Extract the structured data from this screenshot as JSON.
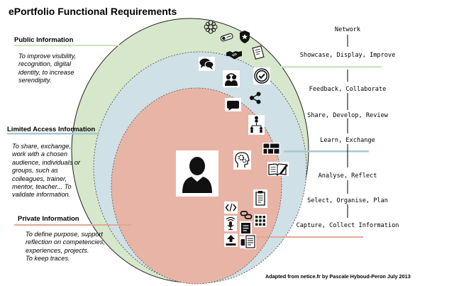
{
  "title": "ePortfolio Functional Requirements",
  "sections": {
    "public": {
      "label": "Public Information",
      "lines": [
        "To improve visibility,",
        "recognition, digital",
        "identity, to increase",
        "serendipity."
      ],
      "color": "#d6e7cc"
    },
    "limited": {
      "label": "Limited Access Information",
      "lines": [
        "To share, exchange,",
        "work with a chosen",
        "audience, individuals or",
        "groups, such as",
        "colleagues, trainer,",
        "mentor, teacher... To",
        "validate information."
      ],
      "color": "#cfe0e6"
    },
    "private": {
      "label": "Private Information",
      "lines": [
        "To define purpose, support",
        "reflection on competencies,",
        "experiences, projects.",
        "To keep traces."
      ],
      "color": "#e8b4a6"
    }
  },
  "stages": [
    "Network",
    "Showcase, Display, Improve",
    "Feedback, Collaborate",
    "Share, Develop, Review",
    "Learn, Exchange",
    "Analyse, Reflect",
    "Select, Organise, Plan",
    "Capture, Collect Information"
  ],
  "credit": "Adapted from netice.fr by Pascale Hyboud-Peron July 2013",
  "icons": [
    "flower-emblem-icon",
    "certificate-scroll-icon",
    "police-badge-icon",
    "handshake-icon",
    "document-pen-icon",
    "speech-bubbles-icon",
    "headset-team-icon",
    "badge-check-icon",
    "share-icon",
    "chat-bubble-icon",
    "org-chart-icon",
    "gears-head-icon",
    "dashboard-tiles-icon",
    "book-writing-icon",
    "person-avatar-icon",
    "notepad-icon",
    "code-icon",
    "link-icon",
    "grid-dots-icon",
    "microphone-icon",
    "list-document-icon",
    "upload-icon",
    "video-camera-icon",
    "text-page-icon"
  ]
}
